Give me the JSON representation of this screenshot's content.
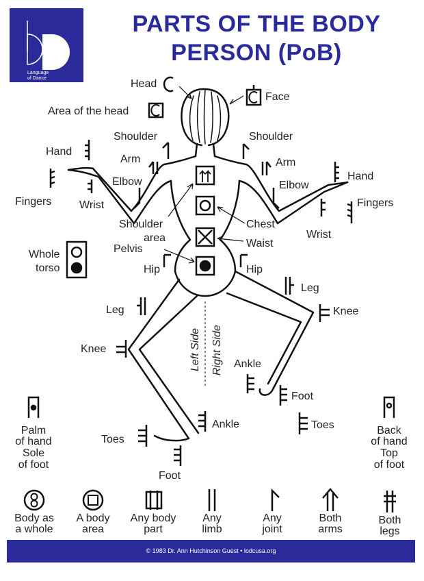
{
  "header": {
    "logo_caption_1": "Language",
    "logo_caption_2": "of Dance",
    "title_line_1": "PARTS OF THE BODY",
    "title_line_2": "PERSON (PoB)"
  },
  "labels": {
    "head": "Head",
    "face": "Face",
    "area_of_head": "Area of the head",
    "shoulder_left": "Shoulder",
    "shoulder_right": "Shoulder",
    "hand_left": "Hand",
    "hand_right": "Hand",
    "arm_left": "Arm",
    "arm_right": "Arm",
    "elbow_left": "Elbow",
    "elbow_right": "Elbow",
    "fingers_left": "Fingers",
    "fingers_right": "Fingers",
    "wrist_left": "Wrist",
    "wrist_right": "Wrist",
    "shoulder_area_1": "Shoulder",
    "shoulder_area_2": "area",
    "chest": "Chest",
    "waist": "Waist",
    "pelvis": "Pelvis",
    "whole_torso_1": "Whole",
    "whole_torso_2": "torso",
    "hip_left": "Hip",
    "hip_right": "Hip",
    "leg_left": "Leg",
    "leg_right": "Leg",
    "knee_left": "Knee",
    "knee_right": "Knee",
    "left_side": "Left Side",
    "right_side": "Right Side",
    "ankle_left": "Ankle",
    "ankle_right": "Ankle",
    "foot_left": "Foot",
    "foot_right": "Foot",
    "toes_left": "Toes",
    "toes_right": "Toes",
    "palm_1": "Palm",
    "palm_2": "of hand",
    "palm_3": "Sole",
    "palm_4": "of foot",
    "back_1": "Back",
    "back_2": "of hand",
    "back_3": "Top",
    "back_4": "of foot"
  },
  "legend": [
    {
      "line1": "Body as",
      "line2": "a whole"
    },
    {
      "line1": "A body",
      "line2": "area"
    },
    {
      "line1": "Any body",
      "line2": "part"
    },
    {
      "line1": "Any",
      "line2": "limb"
    },
    {
      "line1": "Any",
      "line2": "joint"
    },
    {
      "line1": "Both",
      "line2": "arms"
    },
    {
      "line1": "Both",
      "line2": "legs"
    }
  ],
  "footer": {
    "text": "© 1983 Dr. Ann Hutchinson Guest • lodcusa.org"
  },
  "colors": {
    "brand_blue": "#2a2a9a",
    "ink": "#111111"
  }
}
